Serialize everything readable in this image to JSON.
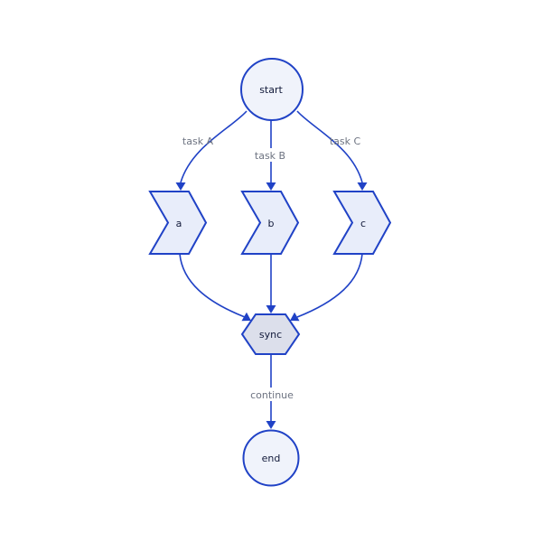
{
  "diagram": {
    "colors": {
      "background": "#ffffff",
      "stroke": "#2042c6",
      "circle_fill": "#f0f3fb",
      "step_fill": "#e8edfa",
      "hexagon_fill": "#dcdfeb",
      "node_text": "#121a3a",
      "edge_label_text": "#6d7381",
      "label_mask": "#ffffff"
    },
    "nodes": {
      "start": {
        "label": "start",
        "shape": "circle"
      },
      "a": {
        "label": "a",
        "shape": "step"
      },
      "b": {
        "label": "b",
        "shape": "step"
      },
      "c": {
        "label": "c",
        "shape": "step"
      },
      "sync": {
        "label": "sync",
        "shape": "hexagon"
      },
      "end": {
        "label": "end",
        "shape": "circle"
      }
    },
    "edges": {
      "start_a": {
        "from": "start",
        "to": "a",
        "label": "task A"
      },
      "start_b": {
        "from": "start",
        "to": "b",
        "label": "task B"
      },
      "start_c": {
        "from": "start",
        "to": "c",
        "label": "task C"
      },
      "a_sync": {
        "from": "a",
        "to": "sync",
        "label": ""
      },
      "b_sync": {
        "from": "b",
        "to": "sync",
        "label": ""
      },
      "c_sync": {
        "from": "c",
        "to": "sync",
        "label": ""
      },
      "sync_end": {
        "from": "sync",
        "to": "end",
        "label": "continue"
      }
    }
  }
}
